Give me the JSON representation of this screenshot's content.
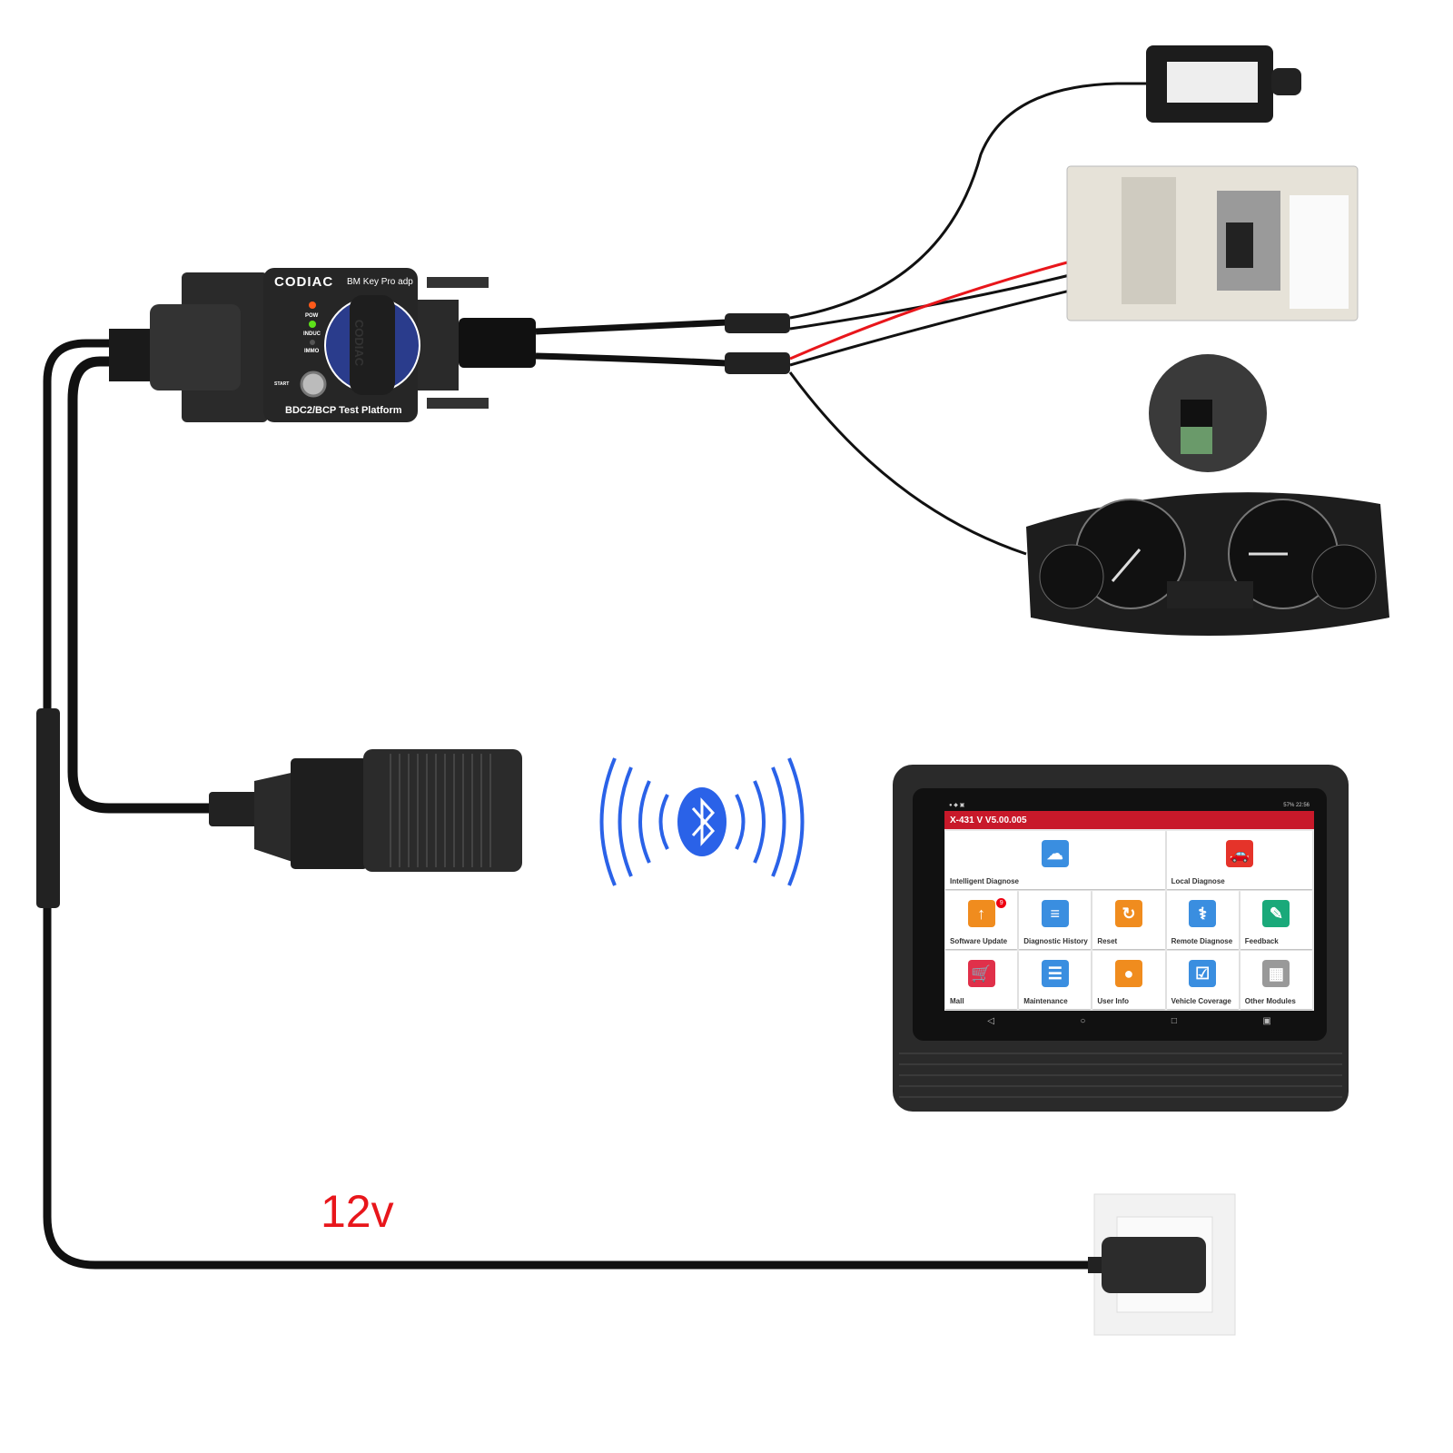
{
  "adapter": {
    "brand": "CODIAC",
    "model": "BM Key Pro adp",
    "leds": [
      "POW",
      "INDUC",
      "IMMO"
    ],
    "start_label": "START",
    "platform_label": "BDC2/BCP Test Platform",
    "side_brand": "CODIAC"
  },
  "power_label": "12v",
  "colors": {
    "cable": "#111111",
    "red_wire": "#e8161b",
    "bluetooth": "#2a62e8",
    "tablet_header": "#c8192a"
  },
  "modules": [
    "bmw-key-module",
    "bdc-module",
    "connector-closeup",
    "instrument-cluster"
  ],
  "tablet": {
    "status_time": "57% 22:56",
    "title": "X-431 V V5.00.005",
    "tiles": [
      {
        "label": "Intelligent Diagnose",
        "icon": "cloud-icon",
        "color": "#3a8ee0"
      },
      {
        "label": "Local Diagnose",
        "icon": "car-repair-icon",
        "color": "#e5332a"
      },
      {
        "label": "Software Update",
        "icon": "upload-arrow-icon",
        "color": "#f08c1e",
        "badge": "9"
      },
      {
        "label": "Diagnostic History",
        "icon": "notepad-icon",
        "color": "#3a8ee0"
      },
      {
        "label": "Reset",
        "icon": "wrench-reset-icon",
        "color": "#f08c1e"
      },
      {
        "label": "Remote Diagnose",
        "icon": "stethoscope-icon",
        "color": "#3a8ee0"
      },
      {
        "label": "Feedback",
        "icon": "pencil-icon",
        "color": "#1aa97a"
      },
      {
        "label": "Mall",
        "icon": "cart-icon",
        "color": "#e0304a"
      },
      {
        "label": "Maintenance",
        "icon": "car-list-icon",
        "color": "#3a8ee0"
      },
      {
        "label": "User Info",
        "icon": "user-icon",
        "color": "#f08c1e"
      },
      {
        "label": "Vehicle Coverage",
        "icon": "coverage-icon",
        "color": "#3a8ee0"
      },
      {
        "label": "Other Modules",
        "icon": "grid-icon",
        "color": "#999999"
      }
    ]
  }
}
